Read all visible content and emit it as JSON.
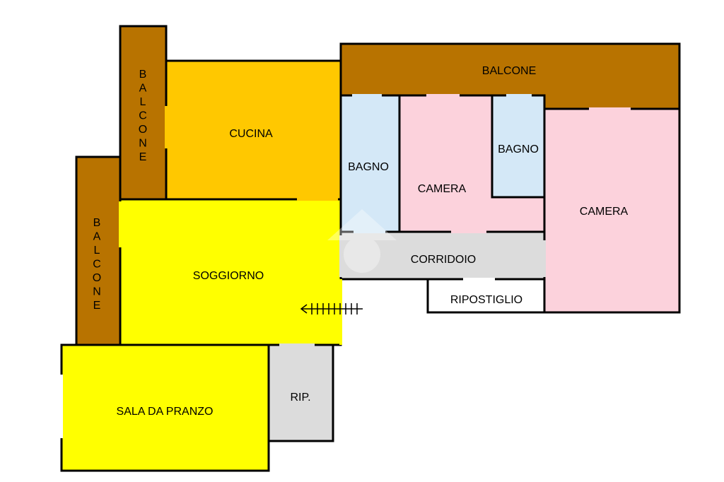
{
  "colors": {
    "balcony": "#b87300",
    "kitchen": "#ffc800",
    "living": "#ffff00",
    "bath": "#d4e8f7",
    "bedroom": "#fcd2dc",
    "corridor": "#dcdcdc",
    "storage": "#ffffff",
    "wall": "#000000"
  },
  "rooms": {
    "balcone_top": "BALCONE",
    "balcone_left_upper": "BALCONE",
    "balcone_left_lower": "BALCONE",
    "cucina": "CUCINA",
    "bagno_1": "BAGNO",
    "camera_1": "CAMERA",
    "bagno_2": "BAGNO",
    "camera_2": "CAMERA",
    "soggiorno": "SOGGIORNO",
    "corridoio": "CORRIDOIO",
    "ripostiglio": "RIPOSTIGLIO",
    "sala_da_pranzo": "SALA DA PRANZO",
    "rip": "RIP."
  },
  "icons": {
    "stairs": "stairs-arrow-icon",
    "watermark": "house-watermark-icon"
  }
}
